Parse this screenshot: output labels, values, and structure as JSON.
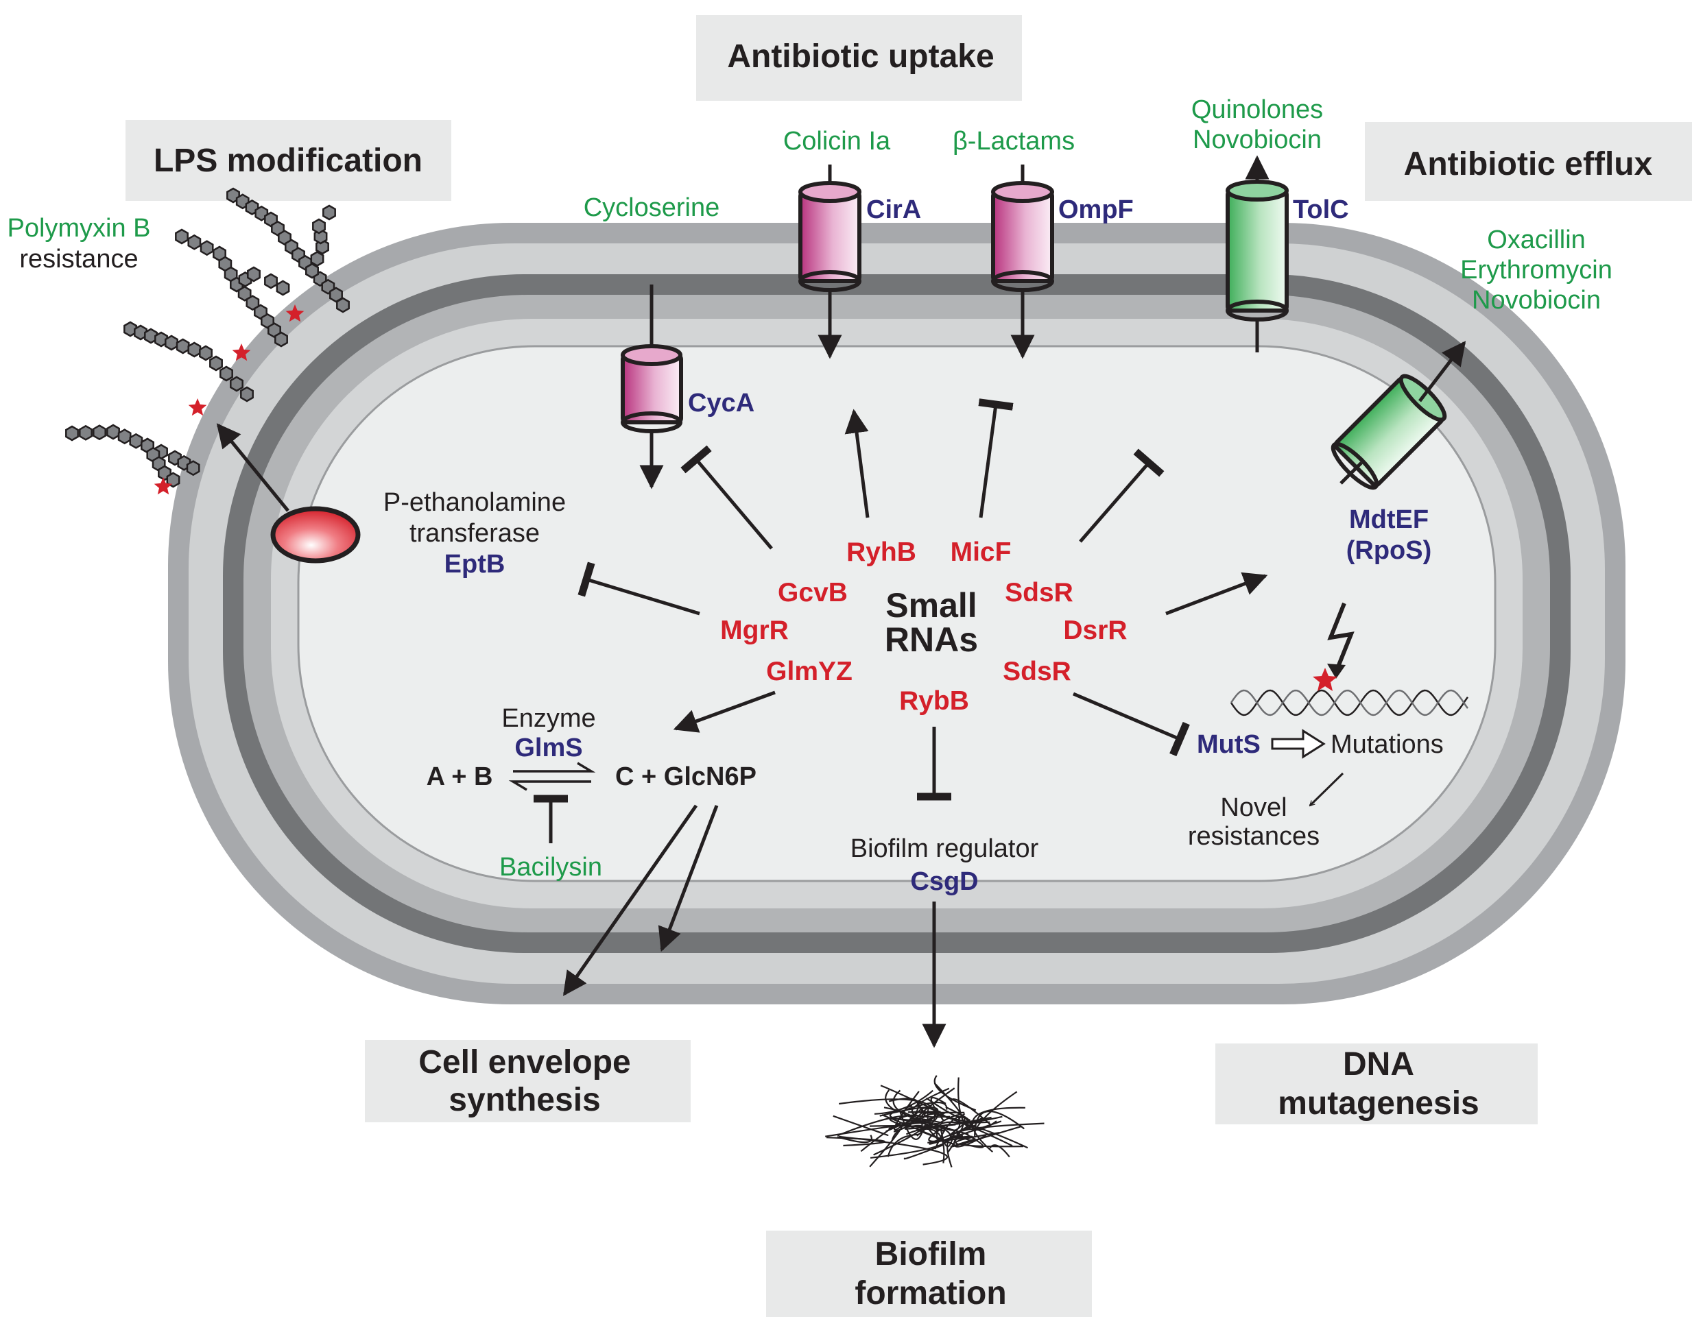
{
  "boxes": {
    "lps": "LPS modification",
    "uptake": "Antibiotic uptake",
    "efflux": "Antibiotic efflux",
    "envelope_1": "Cell envelope",
    "envelope_2": "synthesis",
    "biofilm_1": "Biofilm",
    "biofilm_2": "formation",
    "dna_1": "DNA",
    "dna_2": "mutagenesis"
  },
  "antibiotics": {
    "polymyxin_1": "Polymyxin B",
    "polymyxin_2": "resistance",
    "cycloserine": "Cycloserine",
    "colicin": "Colicin Ia",
    "lactams": "β-Lactams",
    "quinolones_1": "Quinolones",
    "quinolones_2": "Novobiocin",
    "oxacillin": "Oxacillin",
    "erythromycin": "Erythromycin",
    "novobiocin": "Novobiocin",
    "bacilysin": "Bacilysin"
  },
  "proteins": {
    "cira": "CirA",
    "ompf": "OmpF",
    "tolc": "TolC",
    "cyca": "CycA",
    "mdtef_1": "MdtEF",
    "mdtef_2": "(RpoS)",
    "eptb": "EptB",
    "glms": "GlmS",
    "csgd": "CsgD",
    "muts": "MutS"
  },
  "srnas": {
    "center_1": "Small",
    "center_2": "RNAs",
    "ryhb": "RyhB",
    "micf": "MicF",
    "gcvb": "GcvB",
    "sdsr_top": "SdsR",
    "mgrr": "MgrR",
    "dsrr": "DsrR",
    "glmyz": "GlmYZ",
    "sdsr_bottom": "SdsR",
    "rybb": "RybB"
  },
  "labels": {
    "pet_1": "P-ethanolamine",
    "pet_2": "transferase",
    "enzyme": "Enzyme",
    "reaction_left": "A + B",
    "reaction_right": "C + GlcN6P",
    "biofilm_regulator": "Biofilm regulator",
    "mutations": "Mutations",
    "novel_1": "Novel",
    "novel_2": "resistances"
  },
  "colors": {
    "green_text": "#1e9a4a",
    "blue_text": "#2e2a7a",
    "red_text": "#d4202a",
    "box_fill": "#e8e9e9",
    "cytoplasm": "#eceeee"
  }
}
